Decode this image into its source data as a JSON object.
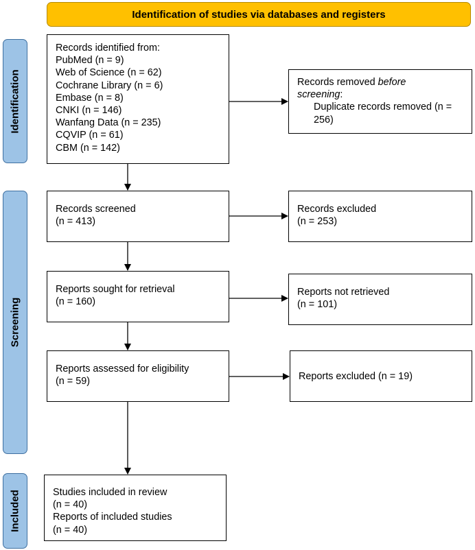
{
  "header": {
    "title": "Identification of studies via databases and registers"
  },
  "stages": {
    "identification": "Identification",
    "screening": "Screening",
    "included": "Included"
  },
  "identification": {
    "records_identified": {
      "heading": "Records identified from:",
      "sources": [
        "PubMed (n = 9)",
        "Web of Science (n = 62)",
        "Cochrane Library (n = 6)",
        "Embase (n = 8)",
        "CNKI (n = 146)",
        "Wanfang Data (n = 235)",
        "CQVIP (n = 61)",
        "CBM (n = 142)"
      ]
    },
    "records_removed": {
      "heading_part1": "Records removed ",
      "heading_emphasis": "before screening",
      "heading_part2": ":",
      "duplicates": "Duplicate records removed (n = 256)"
    }
  },
  "screening": {
    "records_screened": {
      "label": "Records screened",
      "count": "(n = 413)"
    },
    "records_excluded": {
      "label": "Records excluded",
      "count": "(n = 253)"
    },
    "reports_sought": {
      "label": "Reports sought for retrieval",
      "count": "(n = 160)"
    },
    "reports_not_retrieved": {
      "label": "Reports not retrieved",
      "count": "(n = 101)"
    },
    "reports_assessed": {
      "label": "Reports assessed for eligibility",
      "count": "(n = 59)"
    },
    "reports_excluded": {
      "label": "Reports excluded (n = 19)"
    }
  },
  "included": {
    "studies_label": "Studies included in review",
    "studies_count": "(n = 40)",
    "reports_label": "Reports of included studies",
    "reports_count": "(n = 40)"
  }
}
